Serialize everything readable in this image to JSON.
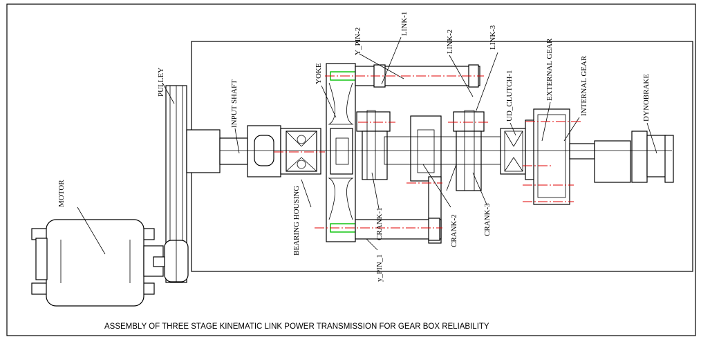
{
  "caption": "ASSEMBLY OF THREE STAGE KINEMATIC LINK POWER TRANSMISSION FOR GEAR BOX RELIABILITY",
  "labels": {
    "motor": "MOTOR",
    "pulley": "PULLEY",
    "input_shaft": "INPUT SHAFT",
    "bearing_housing": "BEARING HOUSING",
    "yoke": "YOKE",
    "y_pin_2": "Y_PIN-2",
    "link_1": "LINK-1",
    "link_2": "LINK-2",
    "link_3": "LINK-3",
    "ud_clutch": "UD_CLUTCH-1",
    "external_gear": "EXTERNAL GEAR",
    "internal_gear": "INTERNAL GEAR",
    "dynobrake": "DYNOBRAKE",
    "crank_1": "CRANK-1",
    "crank_2": "CRANK-2",
    "crank_3": "CRANK-3",
    "y_pin_1": "y_PIN_1"
  },
  "colors": {
    "line": "#000000",
    "centerline": "#e00000",
    "pin": "#00c000"
  }
}
